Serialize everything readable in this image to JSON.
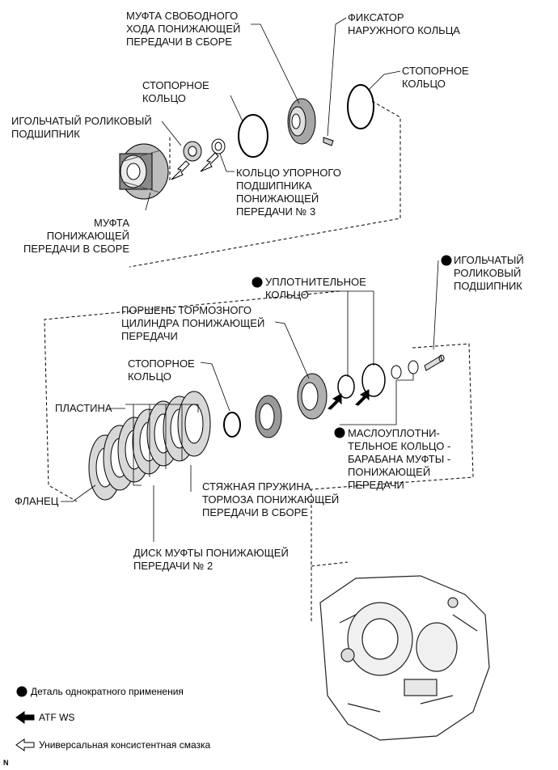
{
  "labels": {
    "oneway_clutch": "МУФТА СВОБОДНОГО\nХОДА ПОНИЖАЮЩЕЙ\nПЕРЕДАЧИ В СБОРЕ",
    "outer_race_retainer": "ФИКСАТОР\nНАРУЖНОГО КОЛЬЦА",
    "snap_ring_top_right": "СТОПОРНОЕ\nКОЛЬЦО",
    "snap_ring_top_mid": "СТОПОРНОЕ\nКОЛЬЦО",
    "needle_bearing_top": "ИГОЛЬЧАТЫЙ РОЛИКОВЫЙ\nПОДШИПНИК",
    "thrust_bearing_race": "КОЛЬЦО УПОРНОГО\nПОДШИПНИКА\nПОНИЖАЮЩЕЙ\nПЕРЕДАЧИ № 3",
    "low_clutch_assy": "МУФТА\nПОНИЖАЮЩЕЙ\nПЕРЕДАЧИ В СБОРЕ",
    "needle_bearing_right": "ИГОЛЬЧАТЫЙ\nРОЛИКОВЫЙ\nПОДШИПНИК",
    "o_ring": "УПЛОТНИТЕЛЬНОЕ\nКОЛЬЦО",
    "brake_piston": "ПОРШЕНЬ ТОРМОЗНОГО\nЦИЛИНДРА ПОНИЖАЮЩЕЙ\nПЕРЕДАЧИ",
    "snap_ring_lower": "СТОПОРНОЕ\nКОЛЬЦО",
    "plate": "ПЛАСТИНА",
    "flange": "ФЛАНЕЦ",
    "oil_seal_ring": "МАСЛОУПЛОТНИ-\nТЕЛЬНОЕ КОЛЬЦО -\nБАРАБАНА МУФТЫ -\nПОНИЖАЮЩЕЙ\nПЕРЕДАЧИ",
    "return_spring": "СТЯЖНАЯ ПРУЖИНА\nТОРМОЗА ПОНИЖАЮЩЕЙ\nПЕРЕДАЧИ В СБОРЕ",
    "clutch_disc": "ДИСК МУФТЫ ПОНИЖАЮЩЕЙ\nПЕРЕДАЧИ № 2"
  },
  "legend": {
    "non_reusable": "Деталь однократного применения",
    "atf": "ATF WS",
    "grease": "Универсальная консистентная смазка"
  },
  "corner_mark": "N",
  "icons": [
    "non-reusable-dot-icon",
    "atf-filled-arrow-icon",
    "grease-outline-arrow-icon"
  ],
  "colors": {
    "ink": "#000000",
    "paper": "#ffffff",
    "shade": "#9a9a9a"
  }
}
